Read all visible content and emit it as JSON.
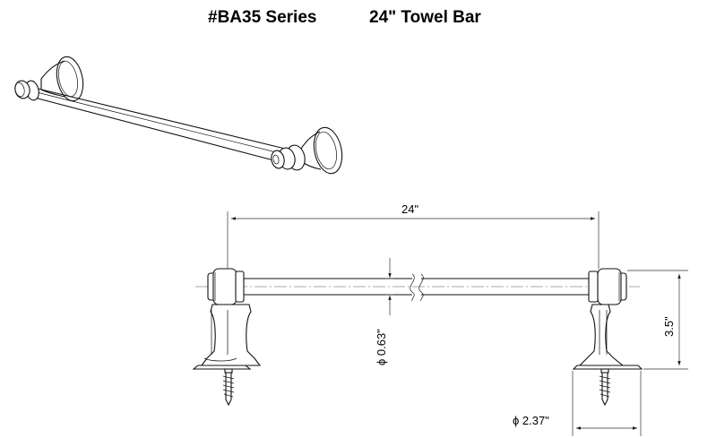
{
  "header": {
    "series": "#BA35 Series",
    "product": "24\" Towel Bar"
  },
  "dimensions": {
    "overall_length": "24\"",
    "bar_diameter": "ϕ 0.63\"",
    "projection": "3.5\"",
    "base_diameter": "ϕ 2.37\""
  }
}
